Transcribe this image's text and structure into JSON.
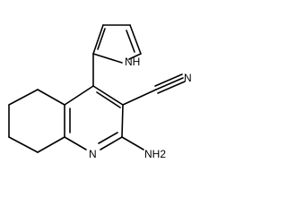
{
  "molecule": {
    "labels": {
      "pyrrole_nh": "NH",
      "nitrile_n": "N",
      "ring_n": "N",
      "amine": "NH2"
    },
    "ring_count": 3,
    "bond_color": "#000000",
    "background_color": "#ffffff"
  }
}
